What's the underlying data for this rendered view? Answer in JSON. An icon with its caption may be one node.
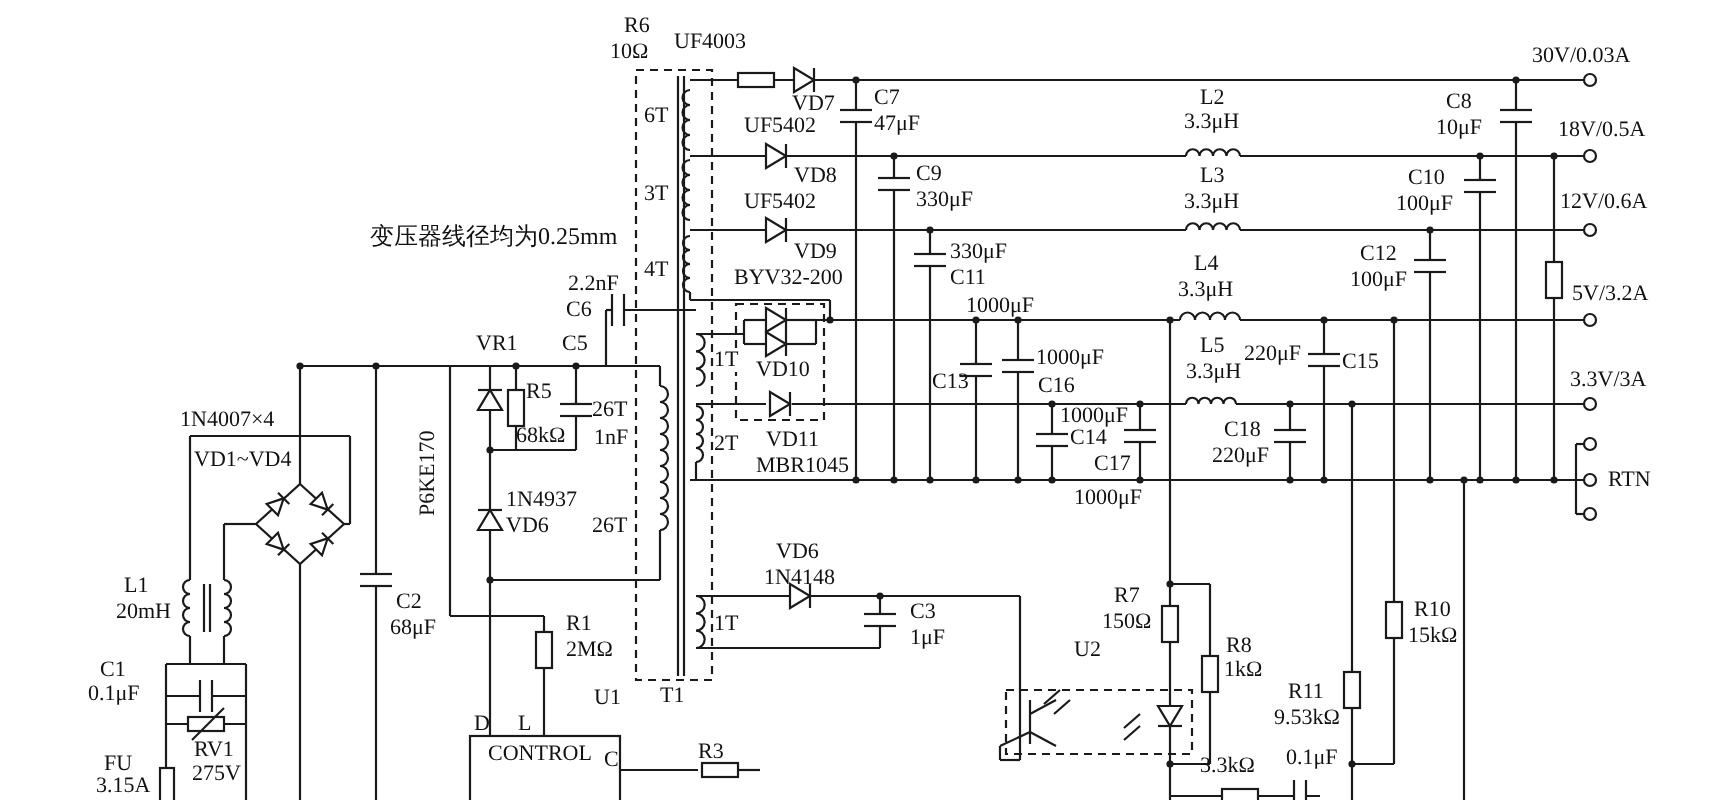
{
  "diagram": {
    "labels": [
      "R6",
      "10Ω",
      "UF4003",
      "30V/0.03A",
      "6T",
      "VD7",
      "C7",
      "47μF",
      "L2",
      "3.3μH",
      "C8",
      "10μF",
      "UF5402",
      "18V/0.5A",
      "VD8",
      "C9",
      "330μF",
      "L3",
      "3.3μH",
      "C10",
      "100μF",
      "3T",
      "UF5402",
      "12V/0.6A",
      "VD9",
      "330μF",
      "C11",
      "L4",
      "3.3μH",
      "C12",
      "100μF",
      "变压器线径均为0.25mm",
      "4T",
      "BYV32-200",
      "2.2nF",
      "C6",
      "1000μF",
      "5V/3.2A",
      "1T",
      "VR1",
      "C5",
      "VD10",
      "C13",
      "1000μF",
      "C16",
      "L5",
      "3.3μH",
      "220μF",
      "C15",
      "3.3V/3A",
      "P6KE170",
      "R5",
      "68kΩ",
      "26T",
      "1nF",
      "1N4007×4",
      "VD1~VD4",
      "1000μF",
      "C14",
      "2T",
      "VD11",
      "MBR1045",
      "C17",
      "C18",
      "220μF",
      "RTN",
      "1000μF",
      "1N4937",
      "VD6",
      "26T",
      "VD6",
      "1N4148",
      "L1",
      "20mH",
      "C2",
      "68μF",
      "R7",
      "150Ω",
      "C3",
      "1μF",
      "1T",
      "R1",
      "2MΩ",
      "R10",
      "15kΩ",
      "R8",
      "1kΩ",
      "U2",
      "C1",
      "0.1μF",
      "T1",
      "U1",
      "RV1",
      "275V",
      "R11",
      "9.53kΩ",
      "D",
      "L",
      "CONTROL",
      "C",
      "R3",
      "3.3kΩ",
      "0.1μF",
      "FU",
      "3.15A"
    ]
  }
}
